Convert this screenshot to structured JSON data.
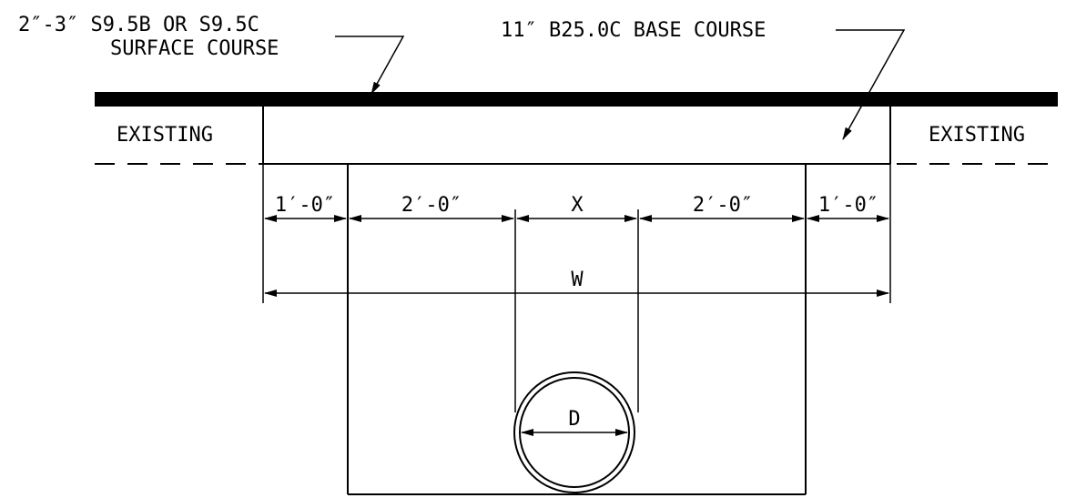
{
  "callouts": {
    "surface_line1": "2″-3″ S9.5B OR S9.5C",
    "surface_line2": "SURFACE COURSE",
    "base": "11″ B25.0C BASE COURSE"
  },
  "labels": {
    "existing_left": "EXISTING",
    "existing_right": "EXISTING",
    "pipe_diameter": "D"
  },
  "dimensions": {
    "left_offset": "1′-0″",
    "left_clearance": "2′-0″",
    "pipe_width": "X",
    "right_clearance": "2′-0″",
    "right_offset": "1′-0″",
    "total_width": "W"
  },
  "colors": {
    "ink": "#000000",
    "paper": "#ffffff"
  }
}
